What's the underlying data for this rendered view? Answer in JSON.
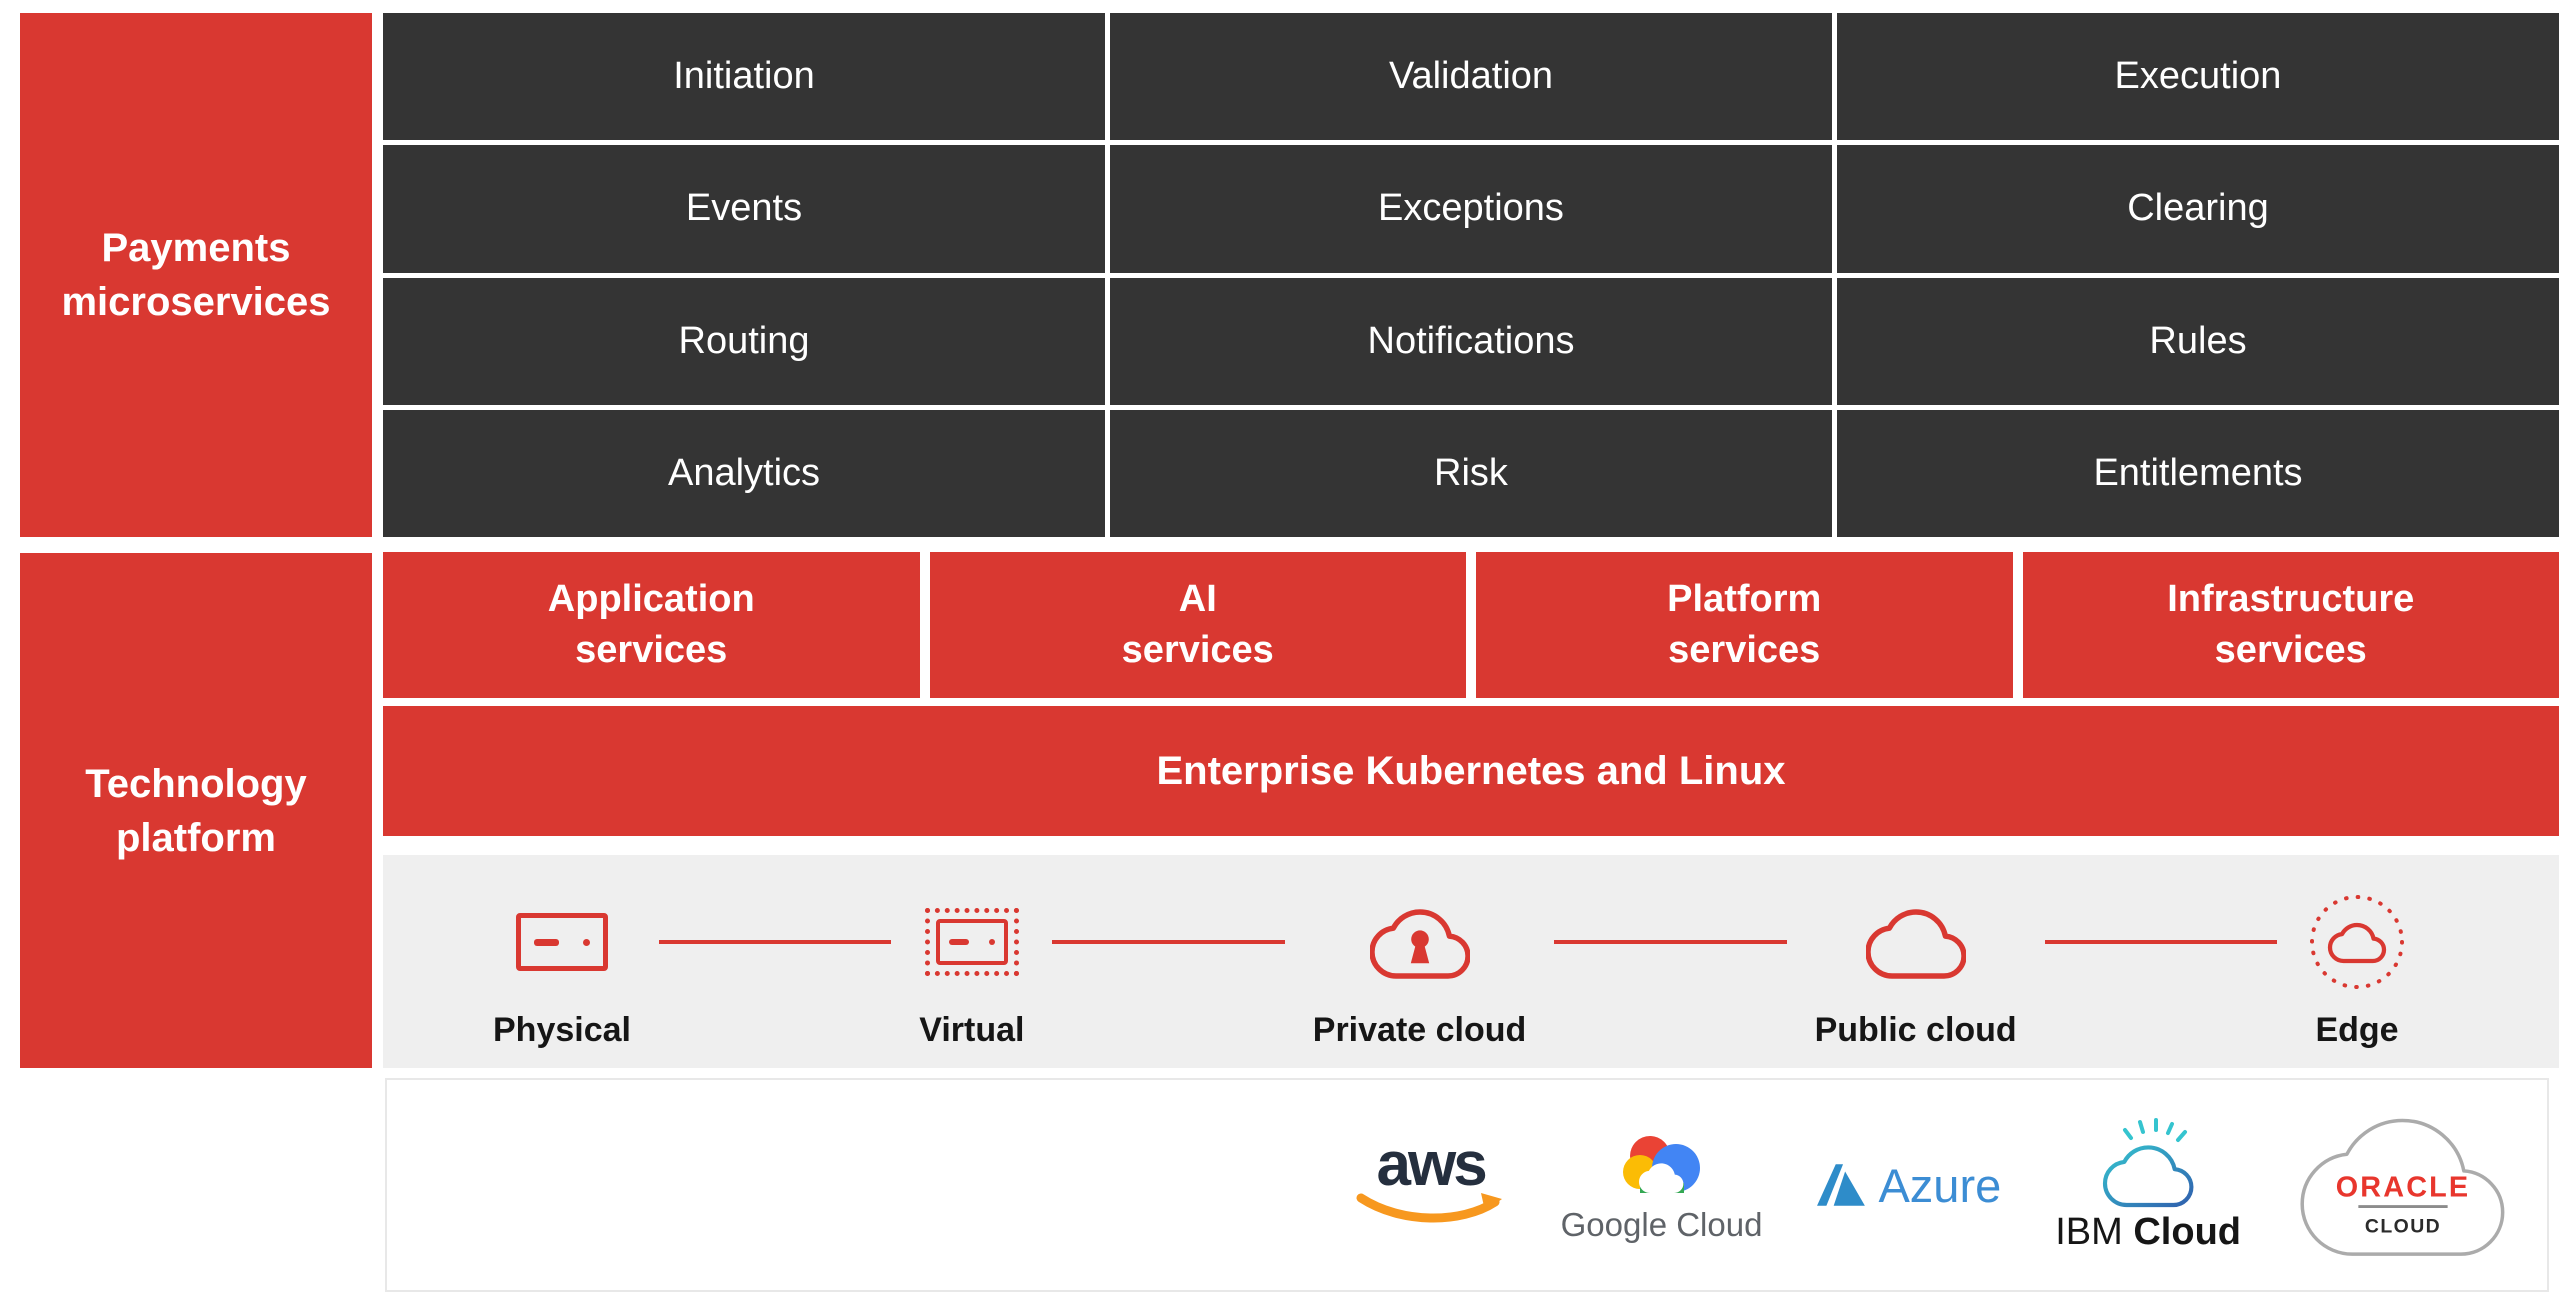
{
  "palette": {
    "accent_red": "#D93831",
    "cell_dark": "#343434",
    "strip_background": "#EFEFEF",
    "aws_navy": "#252F3E",
    "aws_orange": "#F7981F",
    "google_red": "#EA4335",
    "google_yellow": "#FBBC05",
    "google_green": "#34A853",
    "google_blue": "#4285F4",
    "google_text_gray": "#5F6368",
    "azure_blue": "#2E8CC9",
    "ibm_teal": "#35C4CF",
    "ibm_blue": "#3060AE",
    "oracle_red": "#E8362D"
  },
  "sidebar": {
    "payments_label": "Payments\nmicroservices",
    "technology_label": "Technology\nplatform"
  },
  "microservices_grid": {
    "rows": [
      [
        "Initiation",
        "Validation",
        "Execution"
      ],
      [
        "Events",
        "Exceptions",
        "Clearing"
      ],
      [
        "Routing",
        "Notifications",
        "Rules"
      ],
      [
        "Analytics",
        "Risk",
        "Entitlements"
      ]
    ]
  },
  "platform_services": [
    "Application\nservices",
    "AI\nservices",
    "Platform\nservices",
    "Infrastructure\nservices"
  ],
  "kubernetes_bar": {
    "label": "Enterprise Kubernetes and Linux"
  },
  "infrastructure_strip": {
    "items": [
      {
        "label": "Physical",
        "icon": "physical-server-icon"
      },
      {
        "label": "Virtual",
        "icon": "virtual-server-icon"
      },
      {
        "label": "Private cloud",
        "icon": "private-cloud-icon"
      },
      {
        "label": "Public cloud",
        "icon": "public-cloud-icon"
      },
      {
        "label": "Edge",
        "icon": "edge-cloud-icon"
      }
    ]
  },
  "providers": {
    "aws_label": "aws",
    "google_label": "Google Cloud",
    "azure_label": "Azure",
    "ibm_label_regular": "IBM",
    "ibm_label_bold": "Cloud",
    "oracle_label_line1": "ORACLE",
    "oracle_label_line2": "CLOUD"
  }
}
